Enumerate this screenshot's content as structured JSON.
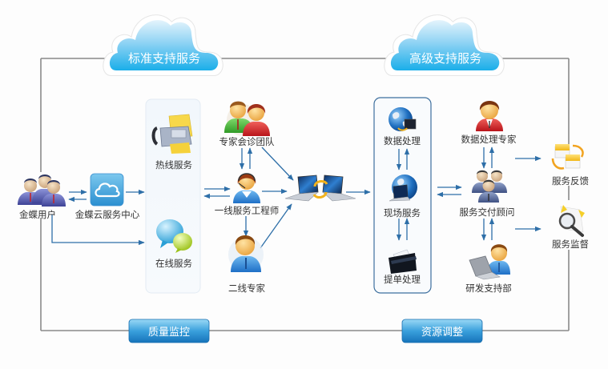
{
  "diagram": {
    "top_clouds": [
      {
        "id": "standard",
        "label": "标准支持服务"
      },
      {
        "id": "advanced",
        "label": "高级支持服务"
      }
    ],
    "bottom_buttons": [
      {
        "id": "quality",
        "label": "质量监控"
      },
      {
        "id": "resource",
        "label": "资源调整"
      }
    ],
    "nodes": {
      "users": {
        "label": "金蝶用户",
        "icon": "user-group-icon"
      },
      "cloud_center": {
        "label": "金蝶云服务中心",
        "icon": "cloud-icon"
      },
      "hotline": {
        "label": "热线服务",
        "icon": "fax-icon"
      },
      "online": {
        "label": "在线服务",
        "icon": "chat-bubble-icon"
      },
      "expert_team": {
        "label": "专家会诊团队",
        "icon": "expert-pair-icon"
      },
      "frontline": {
        "label": "一线服务工程师",
        "icon": "headset-agent-icon"
      },
      "second_line": {
        "label": "二线专家",
        "icon": "expert-icon"
      },
      "sync": {
        "label": "",
        "icon": "laptop-sync-icon"
      },
      "data_proc": {
        "label": "数据处理",
        "icon": "globe-icon"
      },
      "onsite": {
        "label": "现场服务",
        "icon": "globe-laptop-icon"
      },
      "ticket": {
        "label": "提单处理",
        "icon": "folder-icon"
      },
      "data_expert": {
        "label": "数据处理专家",
        "icon": "red-expert-icon"
      },
      "delivery": {
        "label": "服务交付顾问",
        "icon": "consultant-group-icon"
      },
      "rnd": {
        "label": "研发支持部",
        "icon": "developer-icon"
      },
      "feedback": {
        "label": "服务反馈",
        "icon": "mail-exchange-icon"
      },
      "supervision": {
        "label": "服务监督",
        "icon": "magnifier-icon"
      }
    },
    "colors": {
      "cloud_gradient_top": "#dff1fb",
      "cloud_gradient_bottom": "#1fb0ea",
      "button_gradient_top": "#7fcdf3",
      "button_gradient_bottom": "#1a7fc4",
      "arrow": "#2e6fa8",
      "frame_line": "#8a8a8a",
      "label_text": "#333333"
    }
  }
}
